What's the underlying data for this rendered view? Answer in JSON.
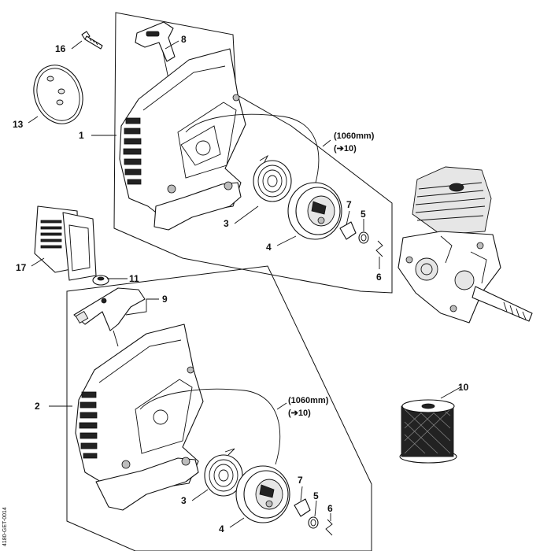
{
  "diagram": {
    "callouts": {
      "c1": "1",
      "c2": "2",
      "c3a": "3",
      "c3b": "3",
      "c4a": "4",
      "c4b": "4",
      "c5a": "5",
      "c5b": "5",
      "c6a": "6",
      "c6b": "6",
      "c7a": "7",
      "c7b": "7",
      "c8": "8",
      "c9": "9",
      "c10": "10",
      "c11": "11",
      "c13": "13",
      "c16": "16",
      "c17": "17"
    },
    "rope_notes": {
      "top_length": "(1060mm)",
      "top_ref": "(➔10)",
      "bottom_length": "(1060mm)",
      "bottom_ref": "(➔10)"
    },
    "side_code": "4180-GET-0014"
  }
}
